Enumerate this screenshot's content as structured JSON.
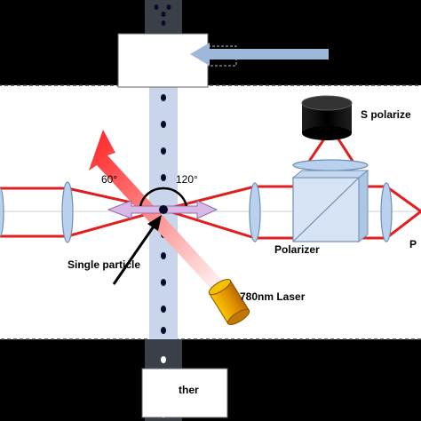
{
  "labels": {
    "angle_60": "60°",
    "angle_120": "120°",
    "s_polarized": "S  polarize",
    "polarizer": "Polarizer",
    "p_label": "P",
    "single_particle": "Single particle",
    "laser": "780nm Laser",
    "thermo": "ther"
  },
  "colors": {
    "background": "#000000",
    "chamber": "#ffffff",
    "beam_red": "#e02020",
    "laser_arrow": "#ff2a2a",
    "particle_column": "#c9d5ea",
    "lens": "#b9d1ec",
    "detector": "#0a0a0a",
    "laser_body": "#e8a400",
    "flow_arrow": "#9db8db"
  }
}
